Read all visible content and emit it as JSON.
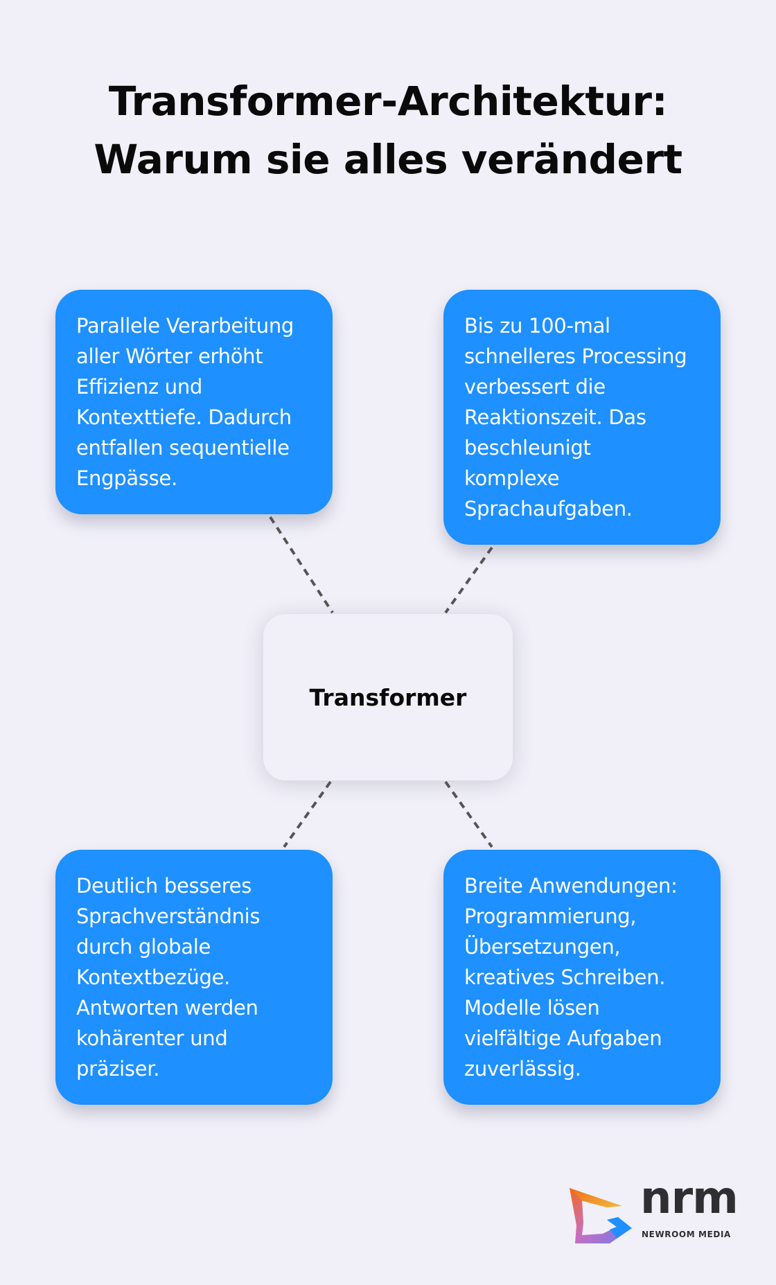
{
  "title": {
    "line1": "Transformer-Architektur:",
    "line2": "Warum sie alles verändert"
  },
  "center": {
    "label": "Transformer"
  },
  "cards": [
    {
      "position": "top-left",
      "lines": [
        "Parallele Verarbeitung",
        "aller Wörter erhöht",
        "Effizienz und",
        "Kontexttiefe. Dadurch",
        "entfallen sequentielle",
        "Engpässe."
      ]
    },
    {
      "position": "top-right",
      "lines": [
        "Bis zu 100-mal",
        "schnelleres Processing",
        "verbessert die",
        "Reaktionszeit. Das",
        "beschleunigt",
        "komplexe",
        "Sprachaufgaben."
      ]
    },
    {
      "position": "bottom-left",
      "lines": [
        "Deutlich besseres",
        "Sprachverständnis",
        "durch globale",
        "Kontextbezüge.",
        "Antworten werden",
        "kohärenter und",
        "präziser."
      ]
    },
    {
      "position": "bottom-right",
      "lines": [
        "Breite Anwendungen:",
        "Programmierung,",
        "Übersetzungen,",
        "kreatives Schreiben.",
        "Modelle lösen",
        "vielfältige Aufgaben",
        "zuverlässig."
      ]
    }
  ],
  "logo": {
    "icon": "nrm-logo-icon",
    "word": "nrm",
    "subtitle": "NEWROOM MEDIA"
  },
  "colors": {
    "background": "#f1f0f8",
    "card": "#1e90ff",
    "card_text": "#ffffff",
    "connector": "#555555",
    "title_text": "#0a0a0a"
  }
}
